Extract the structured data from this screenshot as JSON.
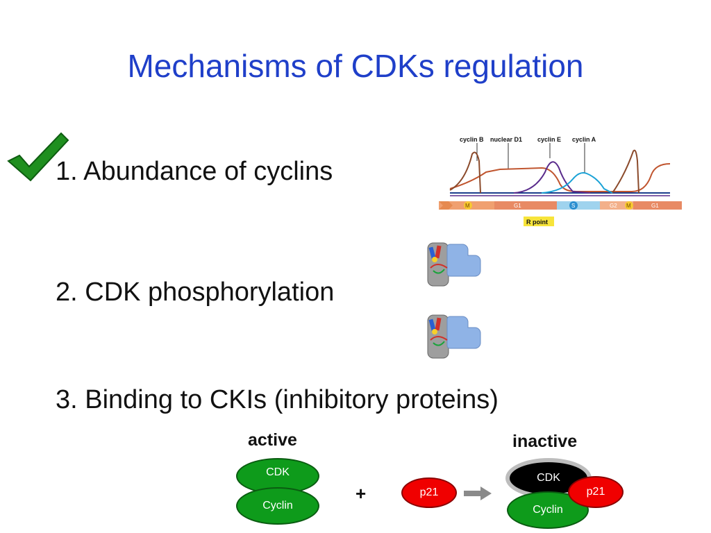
{
  "slide": {
    "title": "Mechanisms of CDKs regulation"
  },
  "bullets": [
    {
      "text": "1. Abundance of cyclins"
    },
    {
      "text": "2. CDK phosphorylation"
    },
    {
      "text": "3. Binding to CKIs (inhibitory  proteins)"
    }
  ],
  "cycle_figure": {
    "curve_labels": [
      "cyclin B",
      "nuclear D1",
      "cyclin E",
      "cyclin A"
    ],
    "phases": [
      "M",
      "G1",
      "S",
      "G2",
      "M",
      "G1"
    ],
    "restriction_point": "R point",
    "colors": {
      "cyclin_B": "#8b4a2b",
      "nuclear_D1": "#c0552f",
      "cyclin_E": "#5a2c8c",
      "cyclin_A": "#1aa2d6",
      "rpoint_bg": "#f7e43a"
    }
  },
  "complex": {
    "active_label": "active",
    "inactive_label": "inactive",
    "cdk": "CDK",
    "cyclin": "Cyclin",
    "p21": "p21",
    "plus": "+",
    "colors": {
      "green": "#0e9b1b",
      "red": "#f00000",
      "black": "#000000"
    }
  },
  "icons": {
    "check": "checkmark-icon",
    "arrow": "right-arrow-icon"
  }
}
